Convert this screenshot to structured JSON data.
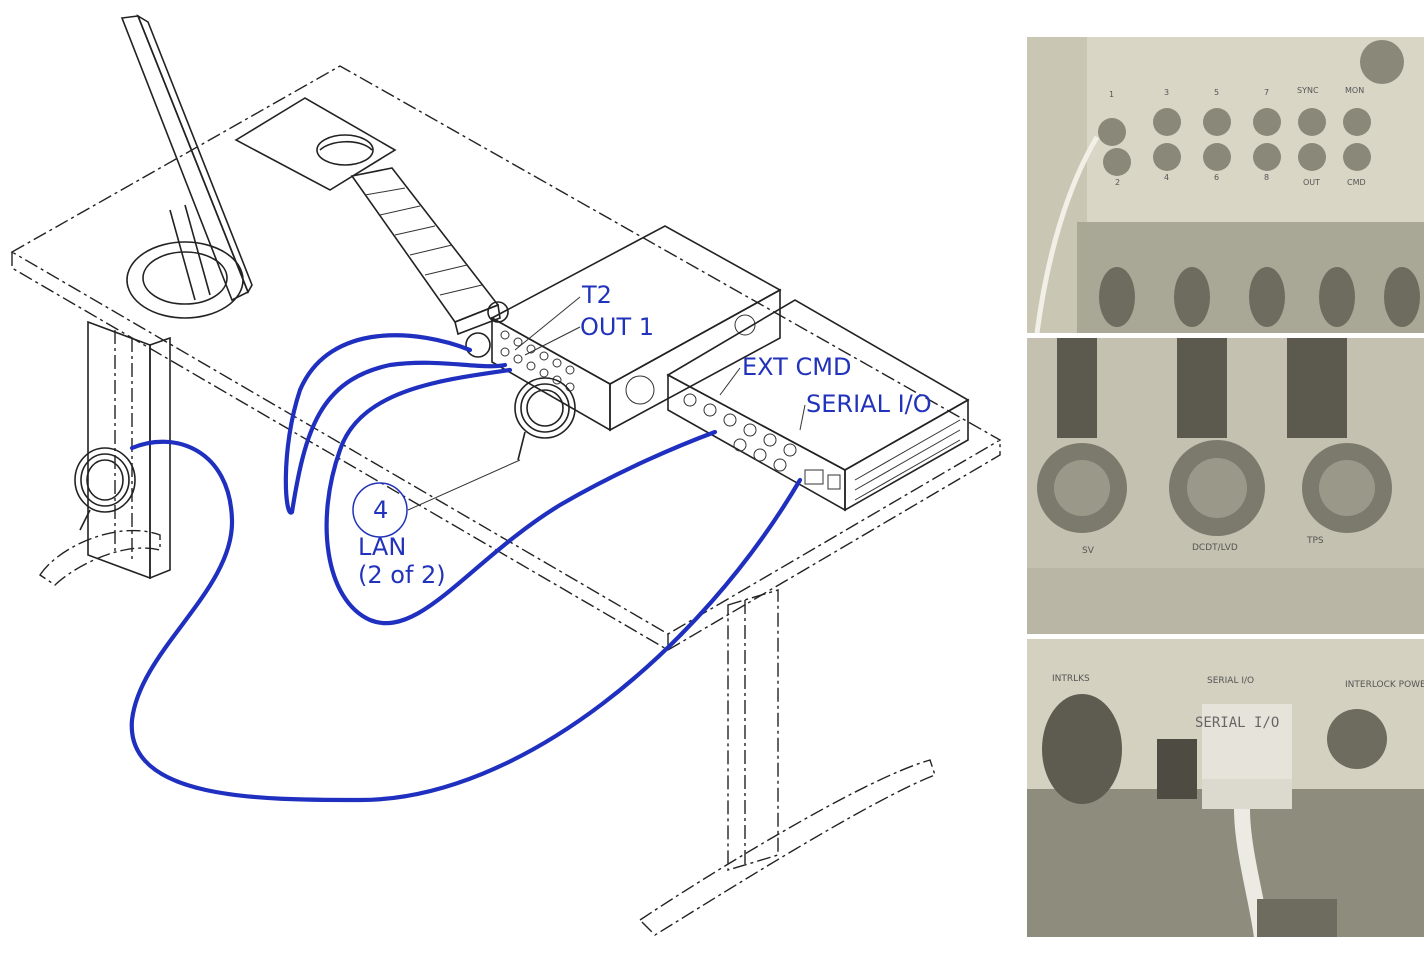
{
  "callouts": {
    "t2": "T2",
    "out1": "OUT 1",
    "ext_cmd": "EXT CMD",
    "serial_io": "SERIAL I/O",
    "lan_number": "4",
    "lan_label": "LAN",
    "lan_count": "(2 of 2)"
  },
  "photos": {
    "top": {
      "labels": [
        "1",
        "3",
        "5",
        "7",
        "SYNC",
        "MON",
        "2",
        "4",
        "6",
        "8",
        "OUT",
        "CMD"
      ]
    },
    "middle": {
      "labels": [
        "SV",
        "DCDT/LVD",
        "TPS"
      ]
    },
    "bottom": {
      "labels": [
        "INTRLKS",
        "SERIAL I/O",
        "SERIAL I/O",
        "INTERLOCK POWER"
      ]
    }
  },
  "colors": {
    "cable": "#1f2fbf",
    "callout_text": "#2233bb",
    "photo_tint": "#c9c6b4"
  }
}
